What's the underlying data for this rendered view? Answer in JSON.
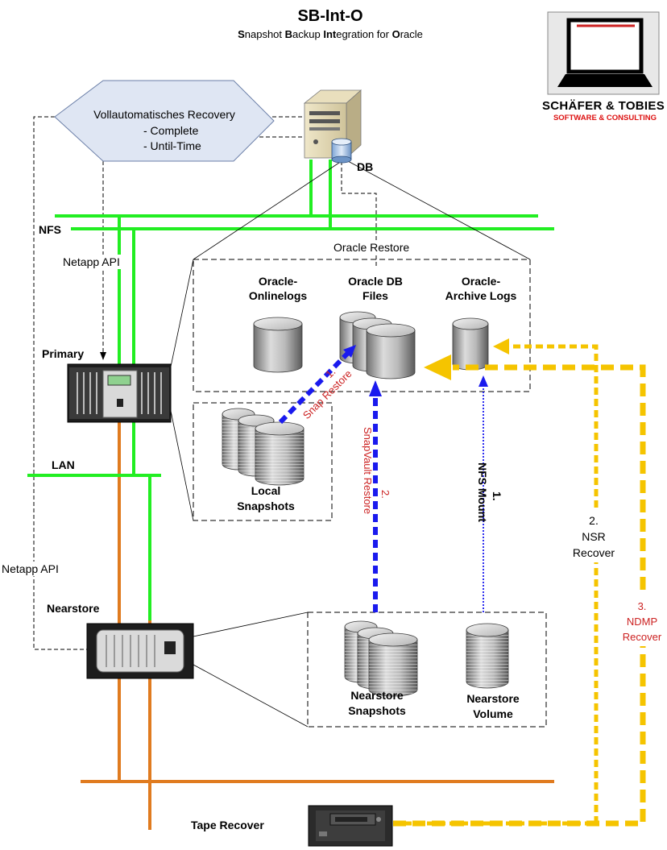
{
  "title": "SB-Int-O",
  "subtitle": [
    {
      "b": "S",
      "r": "napshot "
    },
    {
      "b": "B",
      "r": "ackup "
    },
    {
      "b": "Int",
      "r": "egration for "
    },
    {
      "b": "O",
      "r": "racle"
    }
  ],
  "logo": {
    "name": "SCHÄFER & TOBIES",
    "tagline": "SOFTWARE & CONSULTING"
  },
  "recovery_box": {
    "title": "Vollautomatisches Recovery",
    "item1": "- Complete",
    "item2": "- Until-Time"
  },
  "labels": {
    "db": "DB",
    "nfs": "NFS",
    "lan": "LAN",
    "netapp_api_top": "Netapp API",
    "netapp_api_left": "Netapp API",
    "oracle_restore": "Oracle Restore",
    "primary": "Primary",
    "nearstore": "Nearstore",
    "tape_recover": "Tape Recover"
  },
  "cylinders": {
    "onlinelogs": [
      "Oracle-",
      "Onlinelogs"
    ],
    "dbfiles": [
      "Oracle DB",
      "Files"
    ],
    "archivelogs": [
      "Oracle-",
      "Archive Logs"
    ],
    "local_snapshots": [
      "Local",
      "Snapshots"
    ],
    "nearstore_snapshots": [
      "Nearstore",
      "Snapshots"
    ],
    "nearstore_volume": [
      "Nearstore",
      "Volume"
    ]
  },
  "steps": {
    "snap_restore": [
      "1.",
      "Snap Restore"
    ],
    "snapvault_restore": [
      "2.",
      "SnapVault Restore"
    ],
    "nfs_mount": [
      "1.",
      "NFS Mount"
    ],
    "nsr_recover": [
      "2.",
      "NSR",
      "Recover"
    ],
    "ndmp_recover": [
      "3.",
      "NDMP",
      "Recover"
    ]
  },
  "colors": {
    "nfs_line": "#22ee22",
    "lan_line": "#22ee22",
    "fc_line": "#e07b1f",
    "tape_path": "#f5c400",
    "snapvault_path": "#1a1aee",
    "step_text": "#cc2222",
    "recovery_box_fill": "#dfe6f3"
  }
}
